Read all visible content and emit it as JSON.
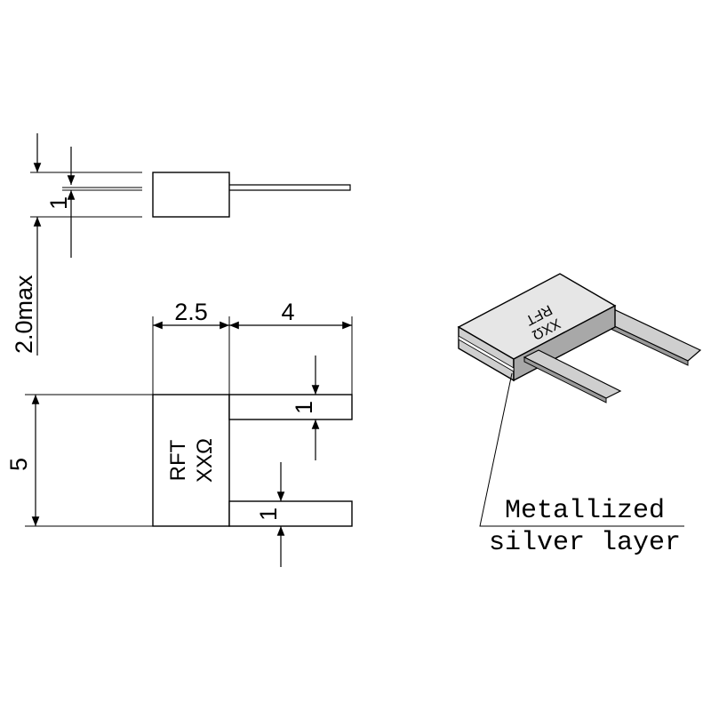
{
  "dimensions": {
    "total_thickness": "2.0max",
    "lead_thickness": "1",
    "body_width": "2.5",
    "lead_length": "4",
    "body_height": "5",
    "lead_width_top": "1",
    "lead_width_bottom": "1"
  },
  "marking": {
    "line1": "RFT",
    "line2": "XXΩ"
  },
  "callout": {
    "line1": "Metallized",
    "line2": "silver layer"
  },
  "colors": {
    "line": "#000000",
    "fill_light": "#e6e6e6",
    "fill_mid": "#cfcfcf",
    "fill_dark": "#9a9a9a"
  }
}
